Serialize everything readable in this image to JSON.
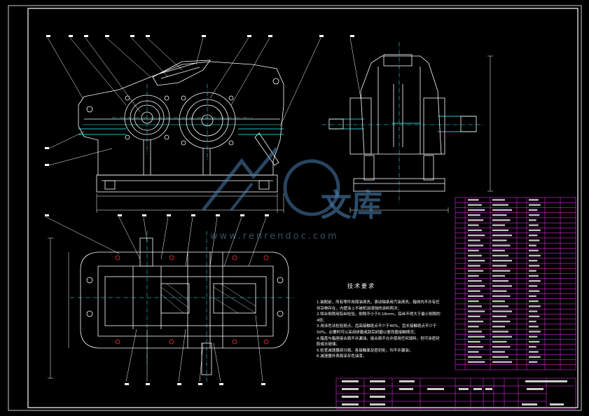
{
  "drawing": {
    "line_color": "#ffffff",
    "accent_color": "#33ffff",
    "table_color": "#ff33ff",
    "watermark_color": "#4a7fb0"
  },
  "technical_requirements": {
    "title": "技术要求",
    "notes": [
      "1.装配前，所有零件用煤油清洗，滚动轴承用汽油清洗，箱体内不许有任何杂物存在，内壁涂上不被机油浸蚀的涂料两次；",
      "2.啮合侧隙用铅丝检验，侧隙不小于0.16mm，铅丝不得大于最小侧隙的4倍；",
      "3.用涂色法检验斑点，齿高接触斑点不少于40%，齿长接触斑点不少于50%，必要时可以采用研磨或刮后研磨以便改善接触情况；",
      "4.箱盖与箱座接合面不许漏油，接合面不允许使用任何填料，但可涂密封胶或水玻璃；",
      "5.检查减速器剖分面、各接触面及密封处，均不许漏油；",
      "6.减速器外表面涂灰色油漆。"
    ]
  },
  "watermark": {
    "text": "文库",
    "url": "www.renrendoc.com",
    "logo_icon": "renrendoc-logo-icon"
  }
}
